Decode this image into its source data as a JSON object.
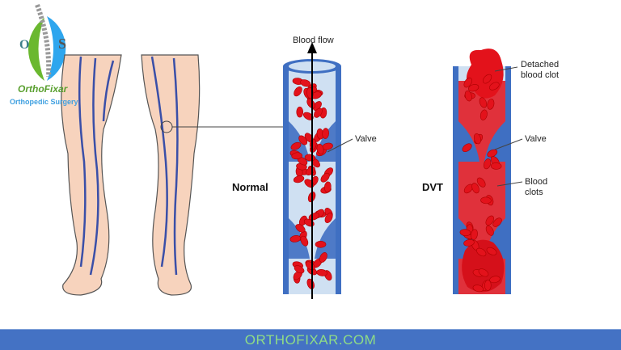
{
  "logo": {
    "name": "OrthoFixar",
    "tagline": "Orthopedic Surgery",
    "letters": [
      "O",
      "S"
    ]
  },
  "labels": {
    "blood_flow": "Blood flow",
    "normal": "Normal",
    "dvt": "DVT",
    "valve_normal": "Valve",
    "valve_dvt": "Valve",
    "detached_clot": "Detached\nblood clot",
    "blood_clots": "Blood\nclots"
  },
  "footer": {
    "text": "ORTHOFIXAR.COM"
  },
  "colors": {
    "skin": "#f7d3bd",
    "vein": "#3a4fa8",
    "vessel_wall": "#3f6fc2",
    "lumen": "#cfe0f2",
    "blood": "#e3121b",
    "banner": "#4472c4",
    "banner_text": "#8fdc86"
  }
}
